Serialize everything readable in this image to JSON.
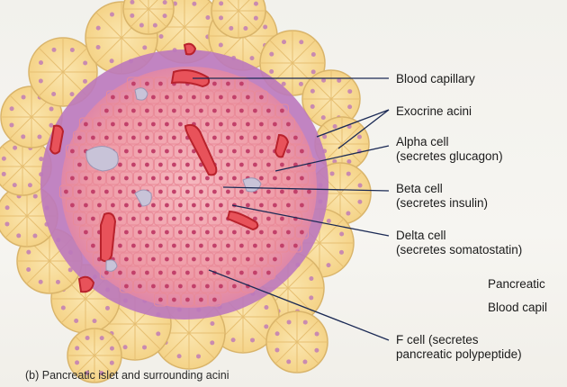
{
  "labels": {
    "blood_capillary": "Blood capillary",
    "exocrine_acini": "Exocrine acini",
    "alpha_cell": [
      "Alpha cell",
      "(secretes glucagon)"
    ],
    "beta_cell": [
      "Beta cell",
      "(secretes insulin)"
    ],
    "delta_cell": [
      "Delta cell",
      "(secretes somatostatin)"
    ],
    "f_cell": [
      "F cell (secretes",
      "pancreatic polypeptide)"
    ]
  },
  "side_labels": [
    "Pancreatic",
    "Blood capil"
  ],
  "caption": "(b) Pancreatic islet and surrounding acini",
  "colors": {
    "acinus_fill": "#f7d98f",
    "acinus_stroke": "#d9b46a",
    "islet_fill": "#f3a6b0",
    "islet_cells": "#e98a98",
    "alpha_rim": "#b772b8",
    "capillary": "#d83a3a",
    "lumen": "#c9c2d6",
    "leader": "#1b2a55"
  }
}
